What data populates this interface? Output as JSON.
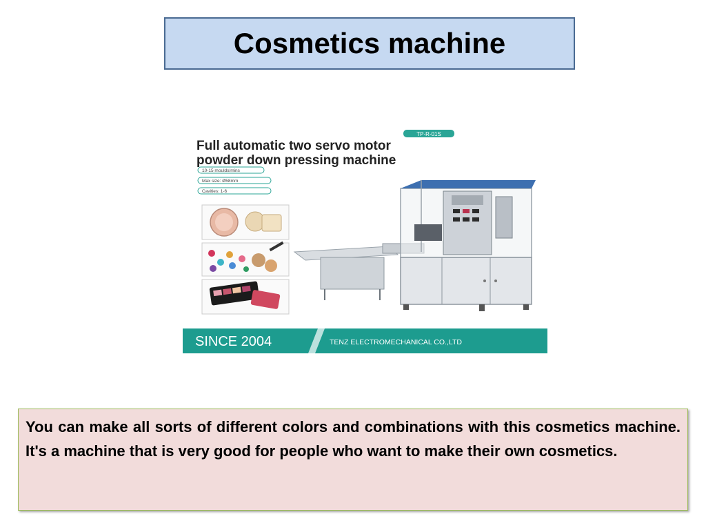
{
  "slide": {
    "title": "Cosmetics machine",
    "description": "You can make all sorts of different colors and combinations with this cosmetics machine. It's a machine that is very good for people who want to make their own cosmetics."
  },
  "image": {
    "model_tag": "TP-R-01S",
    "headline_line1": "Full automatic two servo motor",
    "headline_line2": "powder down pressing machine",
    "spec_1": "10-15 moulds/mins",
    "spec_2": "Max size: Ø58mm",
    "spec_3": "Cavities: 1-6",
    "since_label": "SINCE 2004",
    "company_label": "TENZ ELECTROMECHANICAL CO.,LTD",
    "colors": {
      "banner_teal": "#1d9c8f",
      "pill_teal": "#2aa596"
    }
  }
}
